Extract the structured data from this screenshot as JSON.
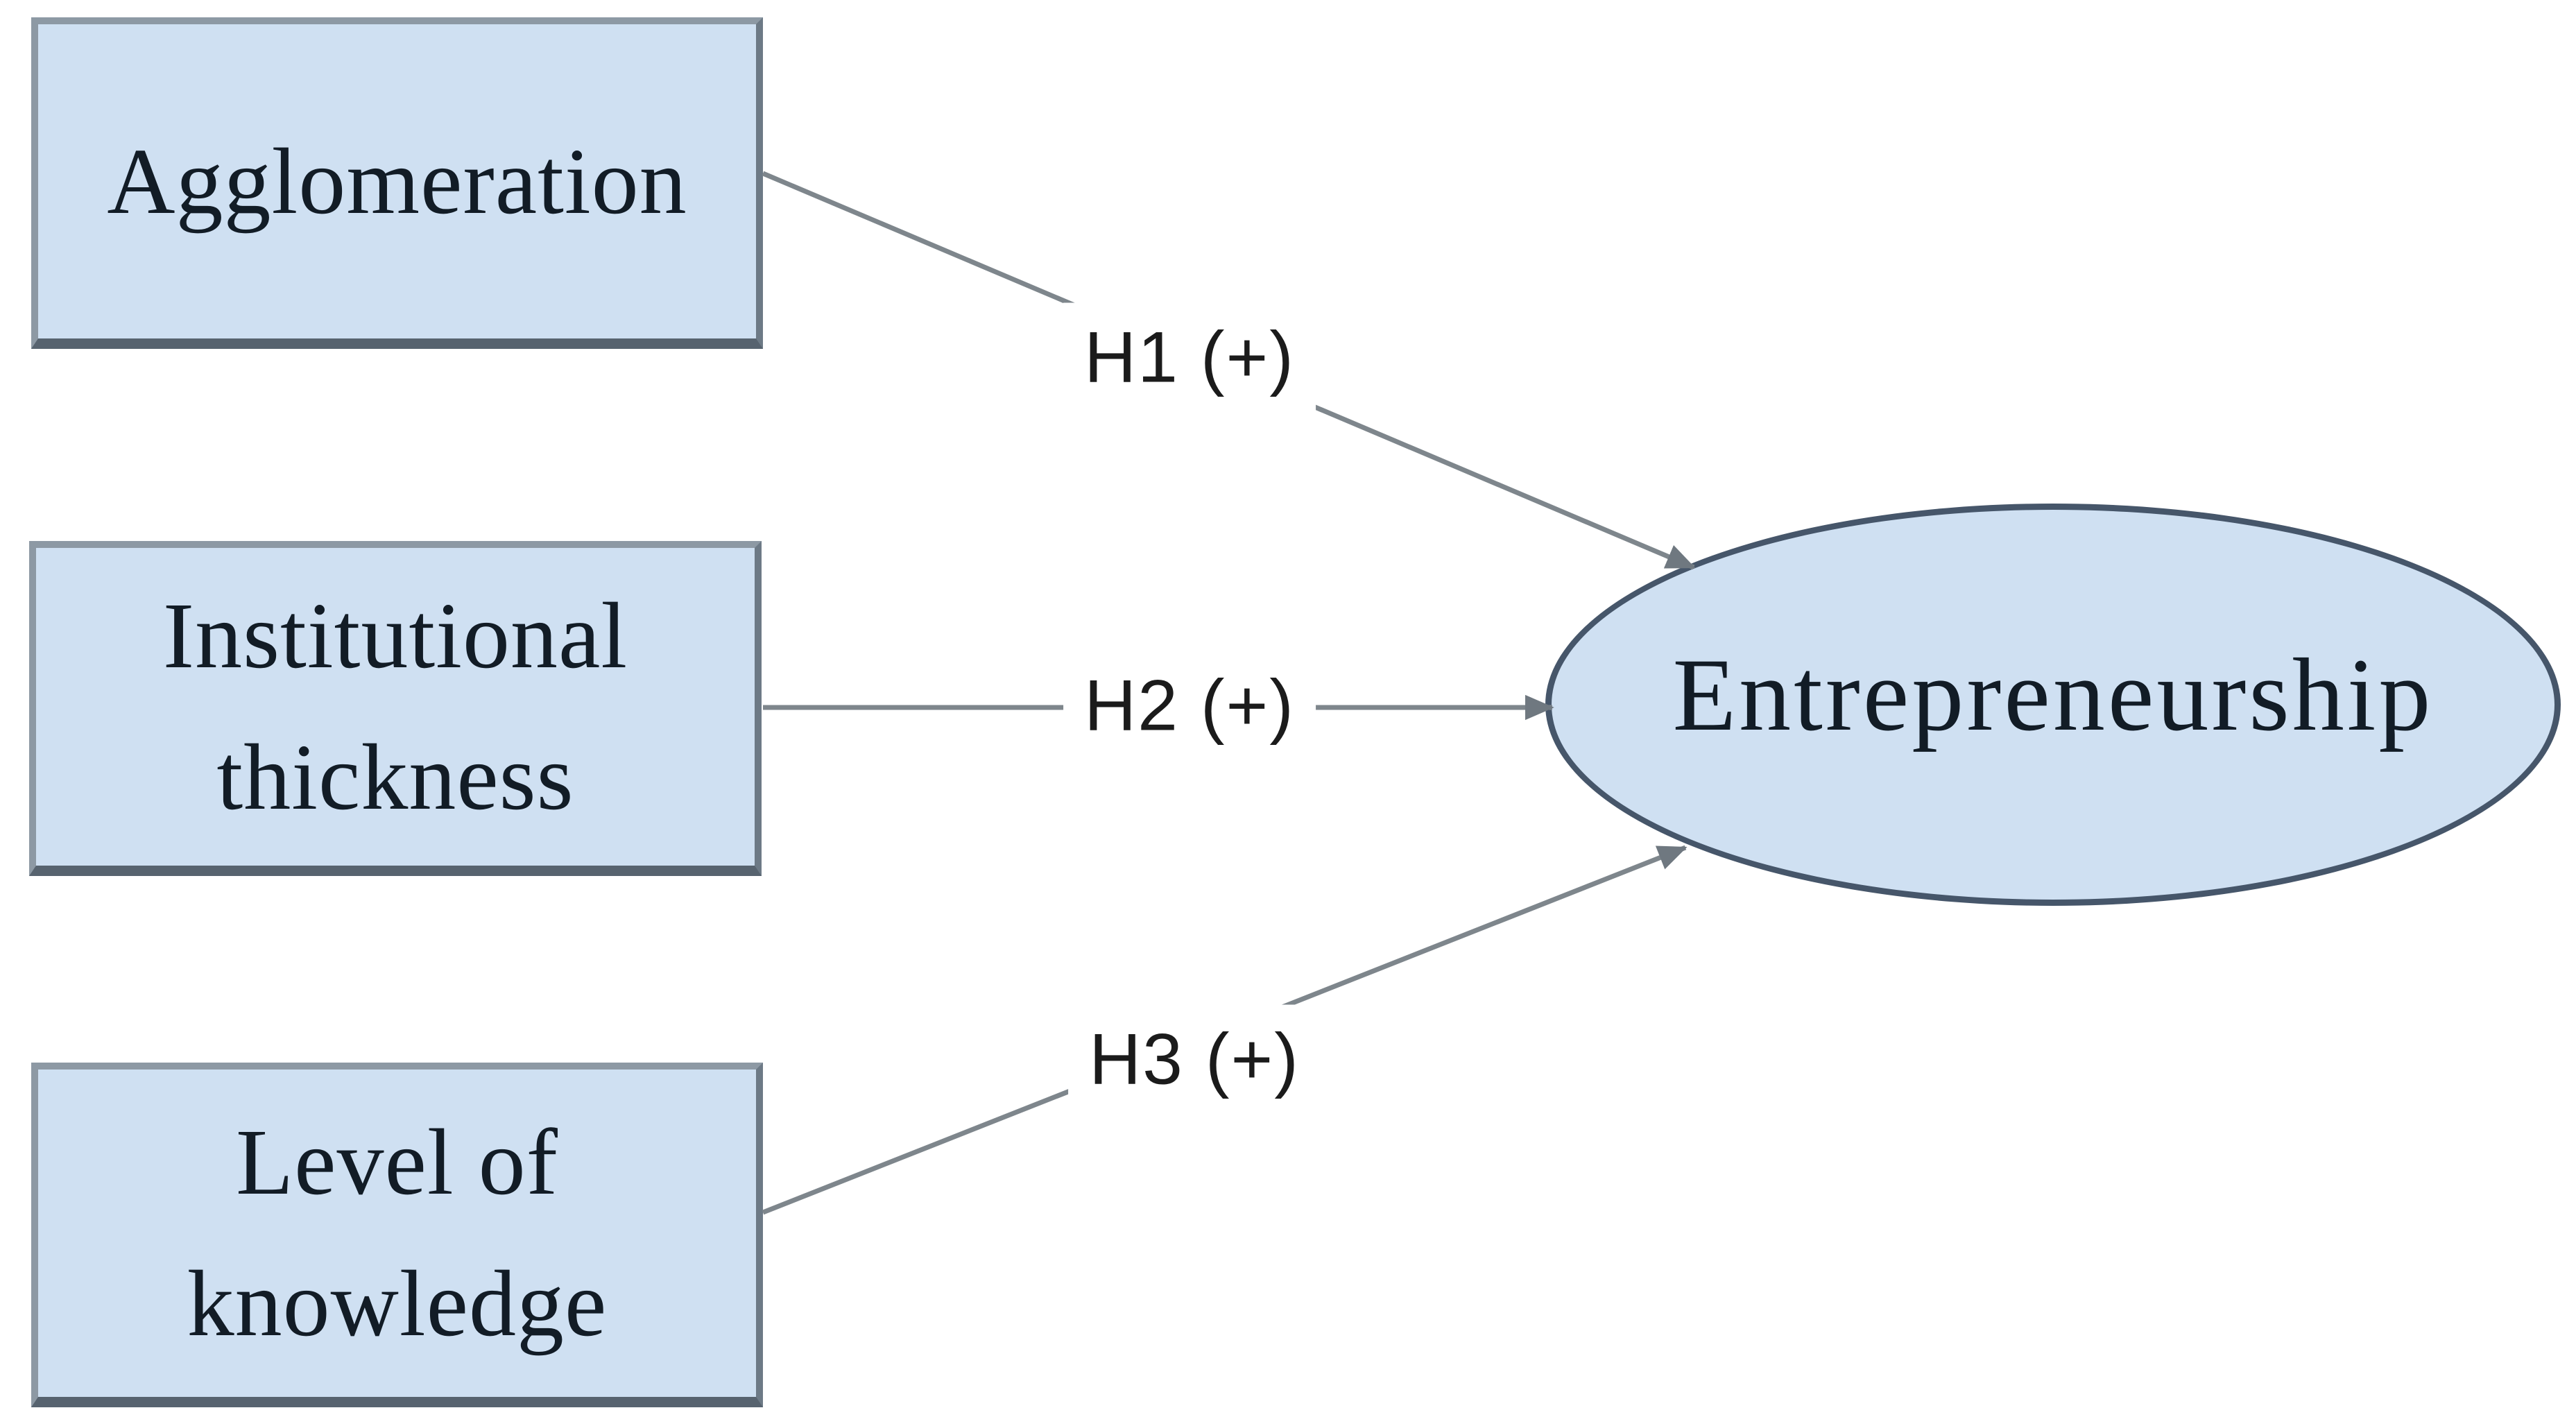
{
  "model": {
    "constructs": [
      {
        "name": "agglomeration",
        "label": "Agglomeration",
        "shape": "rectangle"
      },
      {
        "name": "institutional-thickness",
        "label": "Institutional thickness",
        "shape": "rectangle"
      },
      {
        "name": "level-of-knowledge",
        "label": "Level of knowledge",
        "shape": "rectangle"
      },
      {
        "name": "entrepreneurship",
        "label": "Entrepreneurship",
        "shape": "ellipse"
      }
    ],
    "hypotheses": [
      {
        "name": "h1",
        "label": "H1 (+)",
        "from": "agglomeration",
        "to": "entrepreneurship",
        "sign": "+"
      },
      {
        "name": "h2",
        "label": "H2 (+)",
        "from": "institutional-thickness",
        "to": "entrepreneurship",
        "sign": "+"
      },
      {
        "name": "h3",
        "label": "H3 (+)",
        "from": "level-of-knowledge",
        "to": "entrepreneurship",
        "sign": "+"
      }
    ],
    "colors": {
      "node_fill": "#cfe0f2",
      "box_border": "#8d99a4",
      "box_border_bottom": "#57636f",
      "ellipse_border": "#46566a",
      "arrow": "#7e868c",
      "node_text": "#121c26",
      "label_text": "#1b1b1b",
      "background": "#ffffff"
    }
  }
}
